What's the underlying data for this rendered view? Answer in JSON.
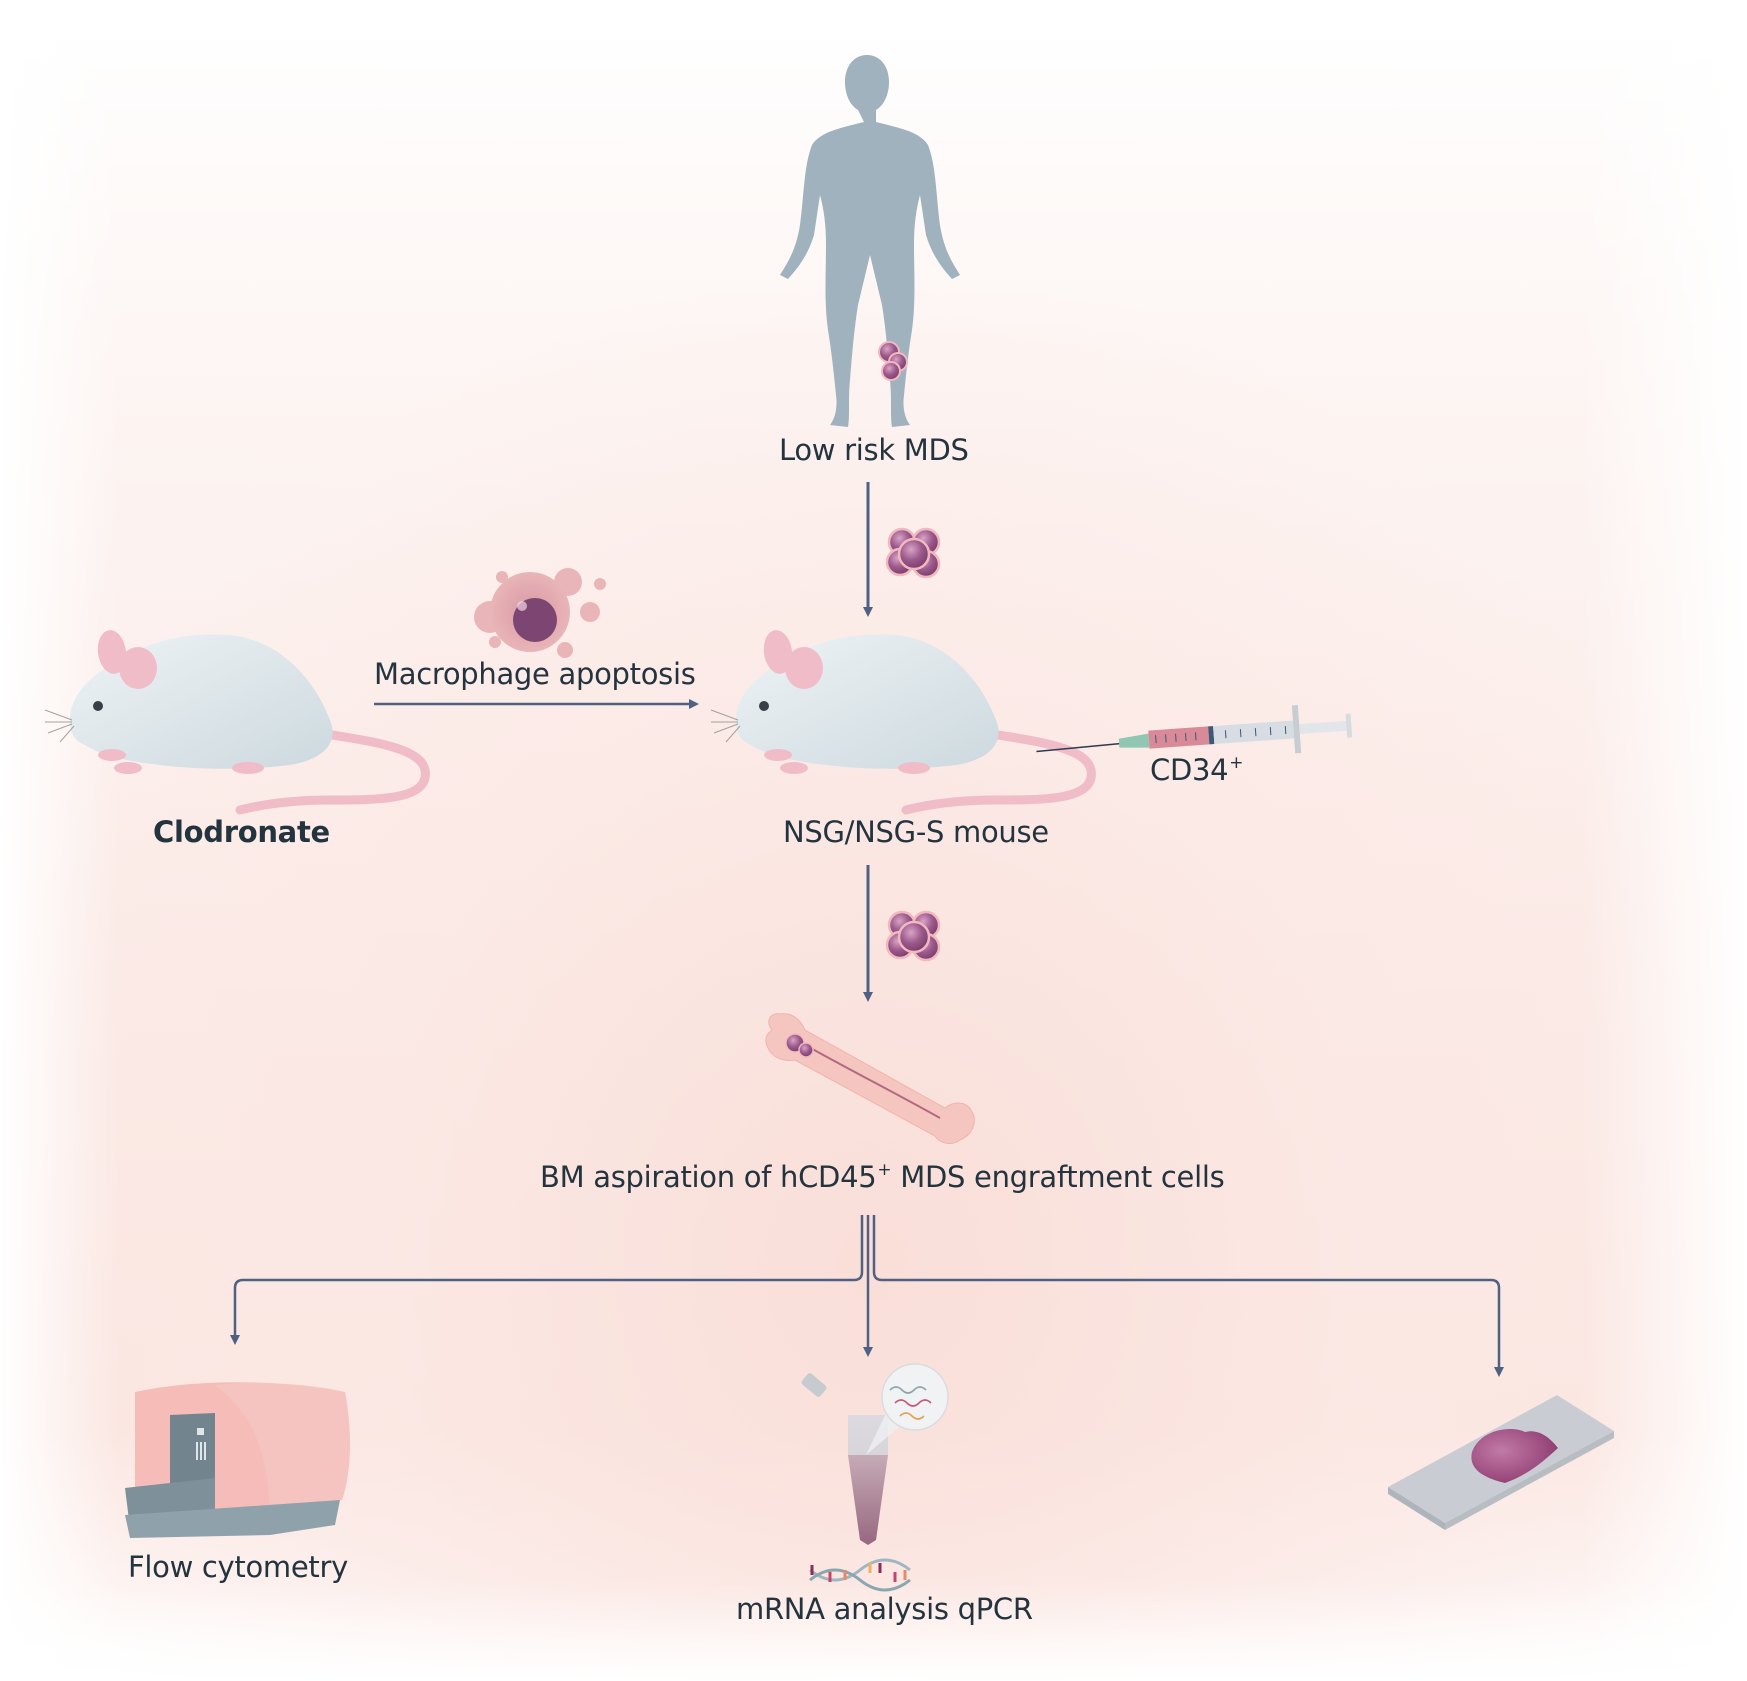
{
  "figure": {
    "type": "experimental workflow schematic",
    "colors": {
      "arrow": "#4f6182",
      "text": "#24343f",
      "human_body": "#9fb2bd",
      "mouse_body": "#dde6ea",
      "mouse_pink": "#f0bcc8",
      "cell_purple": "#9c5a8c",
      "bone": "#f5c6c0",
      "slide": "#c9cdd3",
      "stain": "#a0497f"
    }
  },
  "nodes": {
    "patient": {
      "label": "Low risk MDS",
      "icon": "human-body-icon"
    },
    "clodronate_mouse": {
      "label": "Clodronate",
      "icon": "mouse-icon"
    },
    "macrophage_step": {
      "label": "Macrophage apoptosis",
      "icon": "apoptotic-macrophage-icon"
    },
    "recipient_mouse": {
      "label": "NSG/NSG-S mouse",
      "icon": "mouse-icon"
    },
    "injection": {
      "label_main": "CD34",
      "label_sup": "+",
      "icon": "syringe-icon"
    },
    "bone_marrow": {
      "label_pre": "BM aspiration of hCD45",
      "label_sup": "+",
      "label_post": " MDS engraftment cells",
      "icon": "bone-icon"
    },
    "flow": {
      "label": "Flow cytometry",
      "icon": "flow-cytometer-icon"
    },
    "qpcr": {
      "label": "mRNA analysis qPCR",
      "icon": "microtube-rna-icon"
    },
    "histology": {
      "label": "",
      "icon": "microscope-slide-icon"
    }
  },
  "edges": [
    {
      "from": "patient",
      "to": "recipient_mouse",
      "carrier": "cell-cluster-icon"
    },
    {
      "from": "clodronate_mouse",
      "to": "recipient_mouse",
      "label": "Macrophage apoptosis"
    },
    {
      "from": "recipient_mouse",
      "to": "bone_marrow",
      "carrier": "cell-cluster-icon"
    },
    {
      "from": "bone_marrow",
      "to": "flow"
    },
    {
      "from": "bone_marrow",
      "to": "qpcr"
    },
    {
      "from": "bone_marrow",
      "to": "histology"
    }
  ]
}
